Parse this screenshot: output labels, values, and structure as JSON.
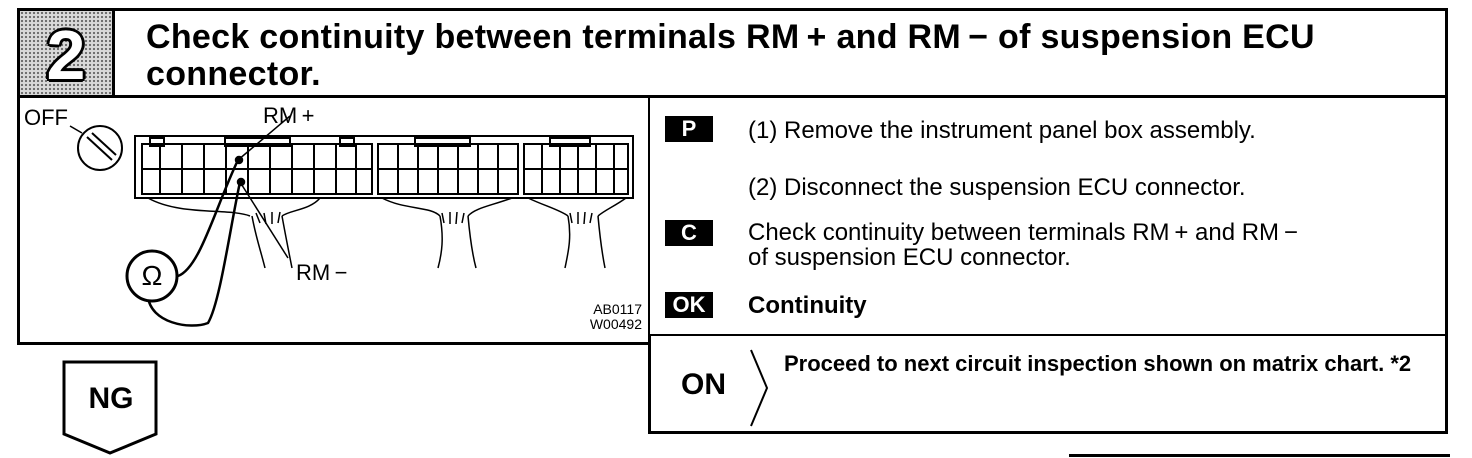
{
  "header": {
    "step_number": "2",
    "title": "Check continuity between terminals RM +  and RM −  of suspension ECU connector."
  },
  "diagram": {
    "switch_label": "OFF",
    "rm_plus_label": "RM +",
    "rm_minus_label": "RM −",
    "ohmmeter_symbol": "Ω",
    "code_1": "AB0117",
    "code_2": "W00492"
  },
  "instructions": {
    "p_badge": "P",
    "p_step_1": "(1) Remove the instrument panel box assembly.",
    "p_step_2": "(2) Disconnect the suspension ECU connector.",
    "c_badge": "C",
    "c_line_1": "Check continuity between terminals RM + and RM −",
    "c_line_2": "of suspension ECU connector.",
    "ok_badge": "OK",
    "ok_text": "Continuity"
  },
  "results": {
    "ng_label": "NG",
    "on_label": "ON",
    "on_text": "Proceed to next circuit inspection shown on matrix chart. *2"
  },
  "icons": {
    "switch": "ignition-switch-icon",
    "ohmmeter": "ohmmeter-icon",
    "ng_arrow": "down-arrow-pentagon-icon",
    "on_arrow": "right-chevron-icon"
  }
}
